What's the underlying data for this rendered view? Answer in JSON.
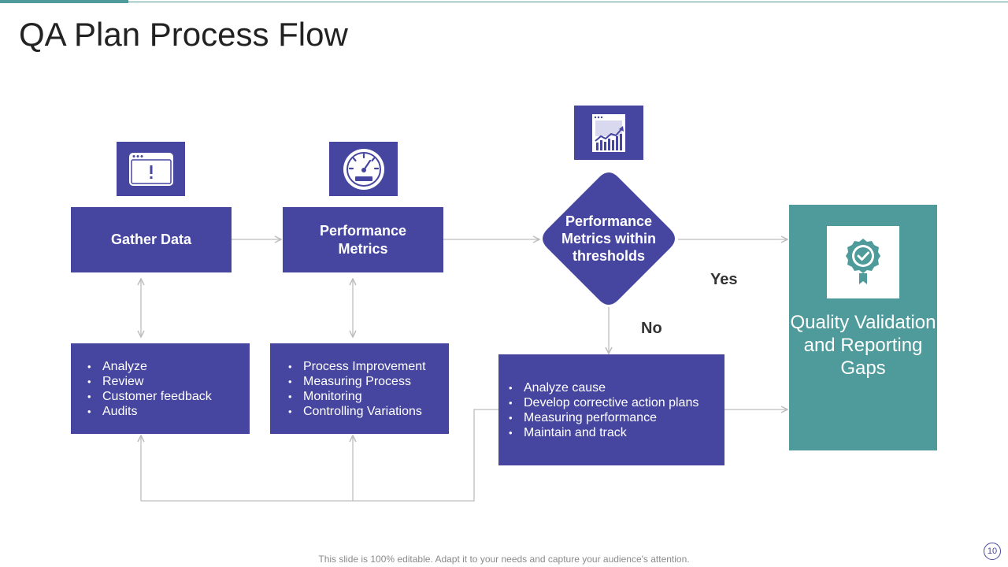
{
  "title": "QA Plan Process Flow",
  "nodes": {
    "gather": "Gather Data",
    "performance": "Performance Metrics",
    "decision": "Performance Metrics within thresholds",
    "outcome": "Quality Validation and Reporting Gaps"
  },
  "lists": {
    "gather": [
      "Analyze",
      "Review",
      "Customer feedback",
      "Audits"
    ],
    "performance": [
      "Process Improvement",
      "Measuring Process",
      "Monitoring",
      "Controlling Variations"
    ],
    "corrective": [
      "Analyze cause",
      "Develop corrective action plans",
      "Measuring performance",
      "Maintain and track"
    ]
  },
  "labels": {
    "yes": "Yes",
    "no": "No"
  },
  "footer": "This slide is 100% editable. Adapt it to your needs and capture your audience's attention.",
  "page_number": "10",
  "colors": {
    "primary": "#4646a0",
    "accent": "#4f9a9a",
    "connector": "#bdbdbd"
  },
  "icons": {
    "gather": "browser-alert-icon",
    "performance": "speedometer-icon",
    "decision": "chart-report-icon",
    "outcome": "award-badge-icon"
  }
}
